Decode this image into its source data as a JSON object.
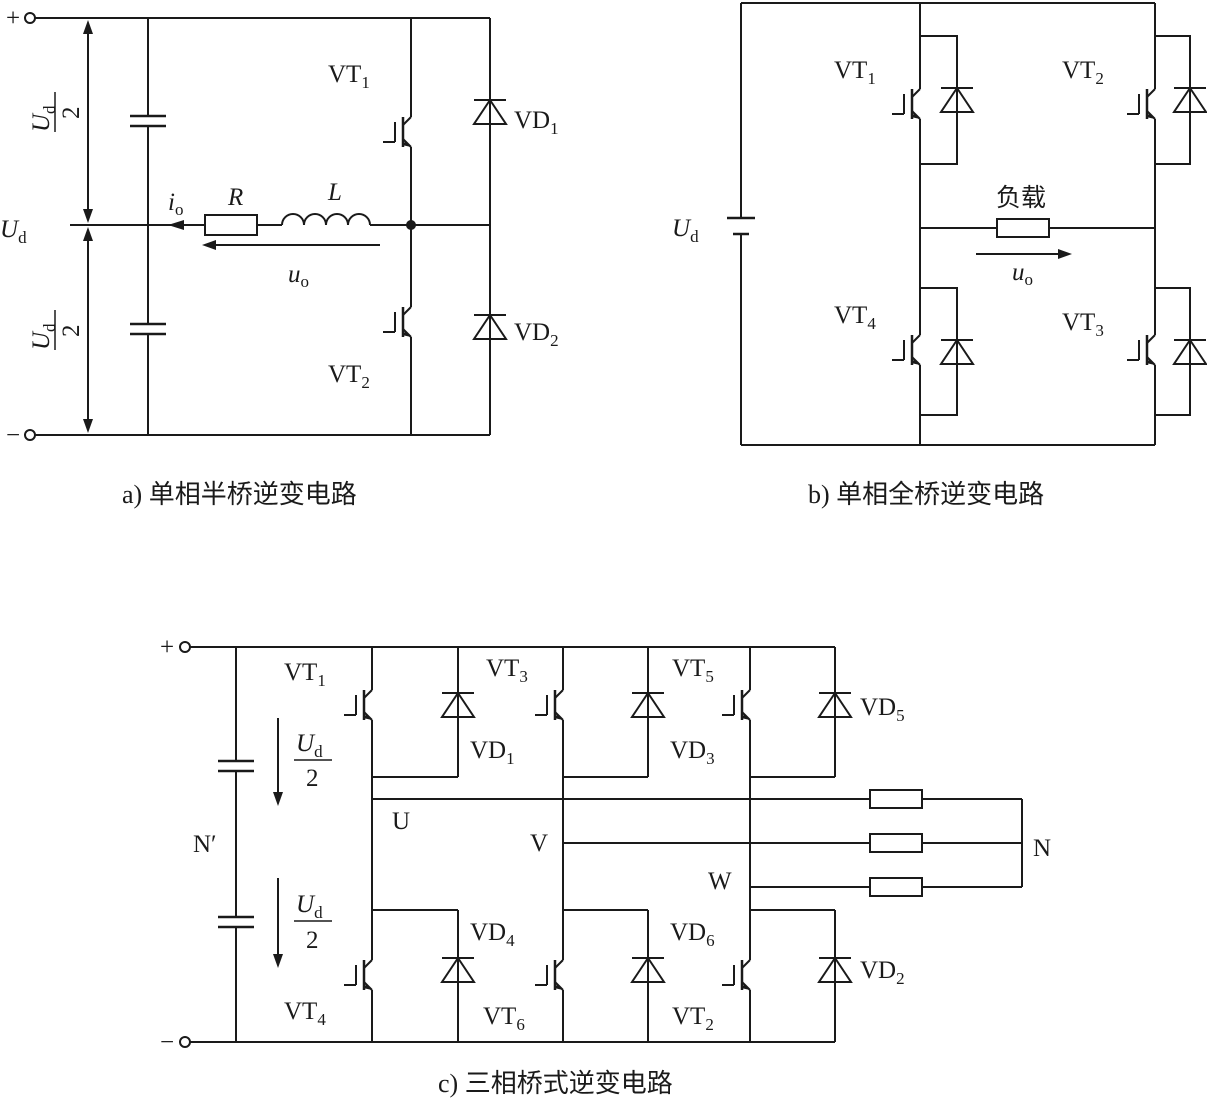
{
  "captions": {
    "a": "a) 单相半桥逆变电路",
    "b": "b) 单相全桥逆变电路",
    "c": "c) 三相桥式逆变电路"
  },
  "circuit_a": {
    "plus": "+",
    "minus": "−",
    "ud_main": "U",
    "ud_main_sub": "d",
    "half_top_num": "U",
    "half_top_sub": "d",
    "half_top_den": "2",
    "half_bot_num": "U",
    "half_bot_sub": "d",
    "half_bot_den": "2",
    "current": "i",
    "current_sub": "o",
    "resistor": "R",
    "inductor": "L",
    "voltage": "u",
    "voltage_sub": "o",
    "vt1": "VT",
    "vt1_sub": "1",
    "vt2": "VT",
    "vt2_sub": "2",
    "vd1": "VD",
    "vd1_sub": "1",
    "vd2": "VD",
    "vd2_sub": "2"
  },
  "circuit_b": {
    "ud": "U",
    "ud_sub": "d",
    "load": "负载",
    "voltage": "u",
    "voltage_sub": "o",
    "vt1": "VT",
    "vt1_sub": "1",
    "vt2": "VT",
    "vt2_sub": "2",
    "vt3": "VT",
    "vt3_sub": "3",
    "vt4": "VT",
    "vt4_sub": "4"
  },
  "circuit_c": {
    "plus": "+",
    "minus": "−",
    "n_prime": "N′",
    "n": "N",
    "phase_u": "U",
    "phase_v": "V",
    "phase_w": "W",
    "half_top_num": "U",
    "half_top_sub": "d",
    "half_top_den": "2",
    "half_bot_num": "U",
    "half_bot_sub": "d",
    "half_bot_den": "2",
    "vt1": "VT",
    "vt1_sub": "1",
    "vt2": "VT",
    "vt2_sub": "2",
    "vt3": "VT",
    "vt3_sub": "3",
    "vt4": "VT",
    "vt4_sub": "4",
    "vt5": "VT",
    "vt5_sub": "5",
    "vt6": "VT",
    "vt6_sub": "6",
    "vd1": "VD",
    "vd1_sub": "1",
    "vd2": "VD",
    "vd2_sub": "2",
    "vd3": "VD",
    "vd3_sub": "3",
    "vd4": "VD",
    "vd4_sub": "4",
    "vd5": "VD",
    "vd5_sub": "5",
    "vd6": "VD",
    "vd6_sub": "6"
  }
}
